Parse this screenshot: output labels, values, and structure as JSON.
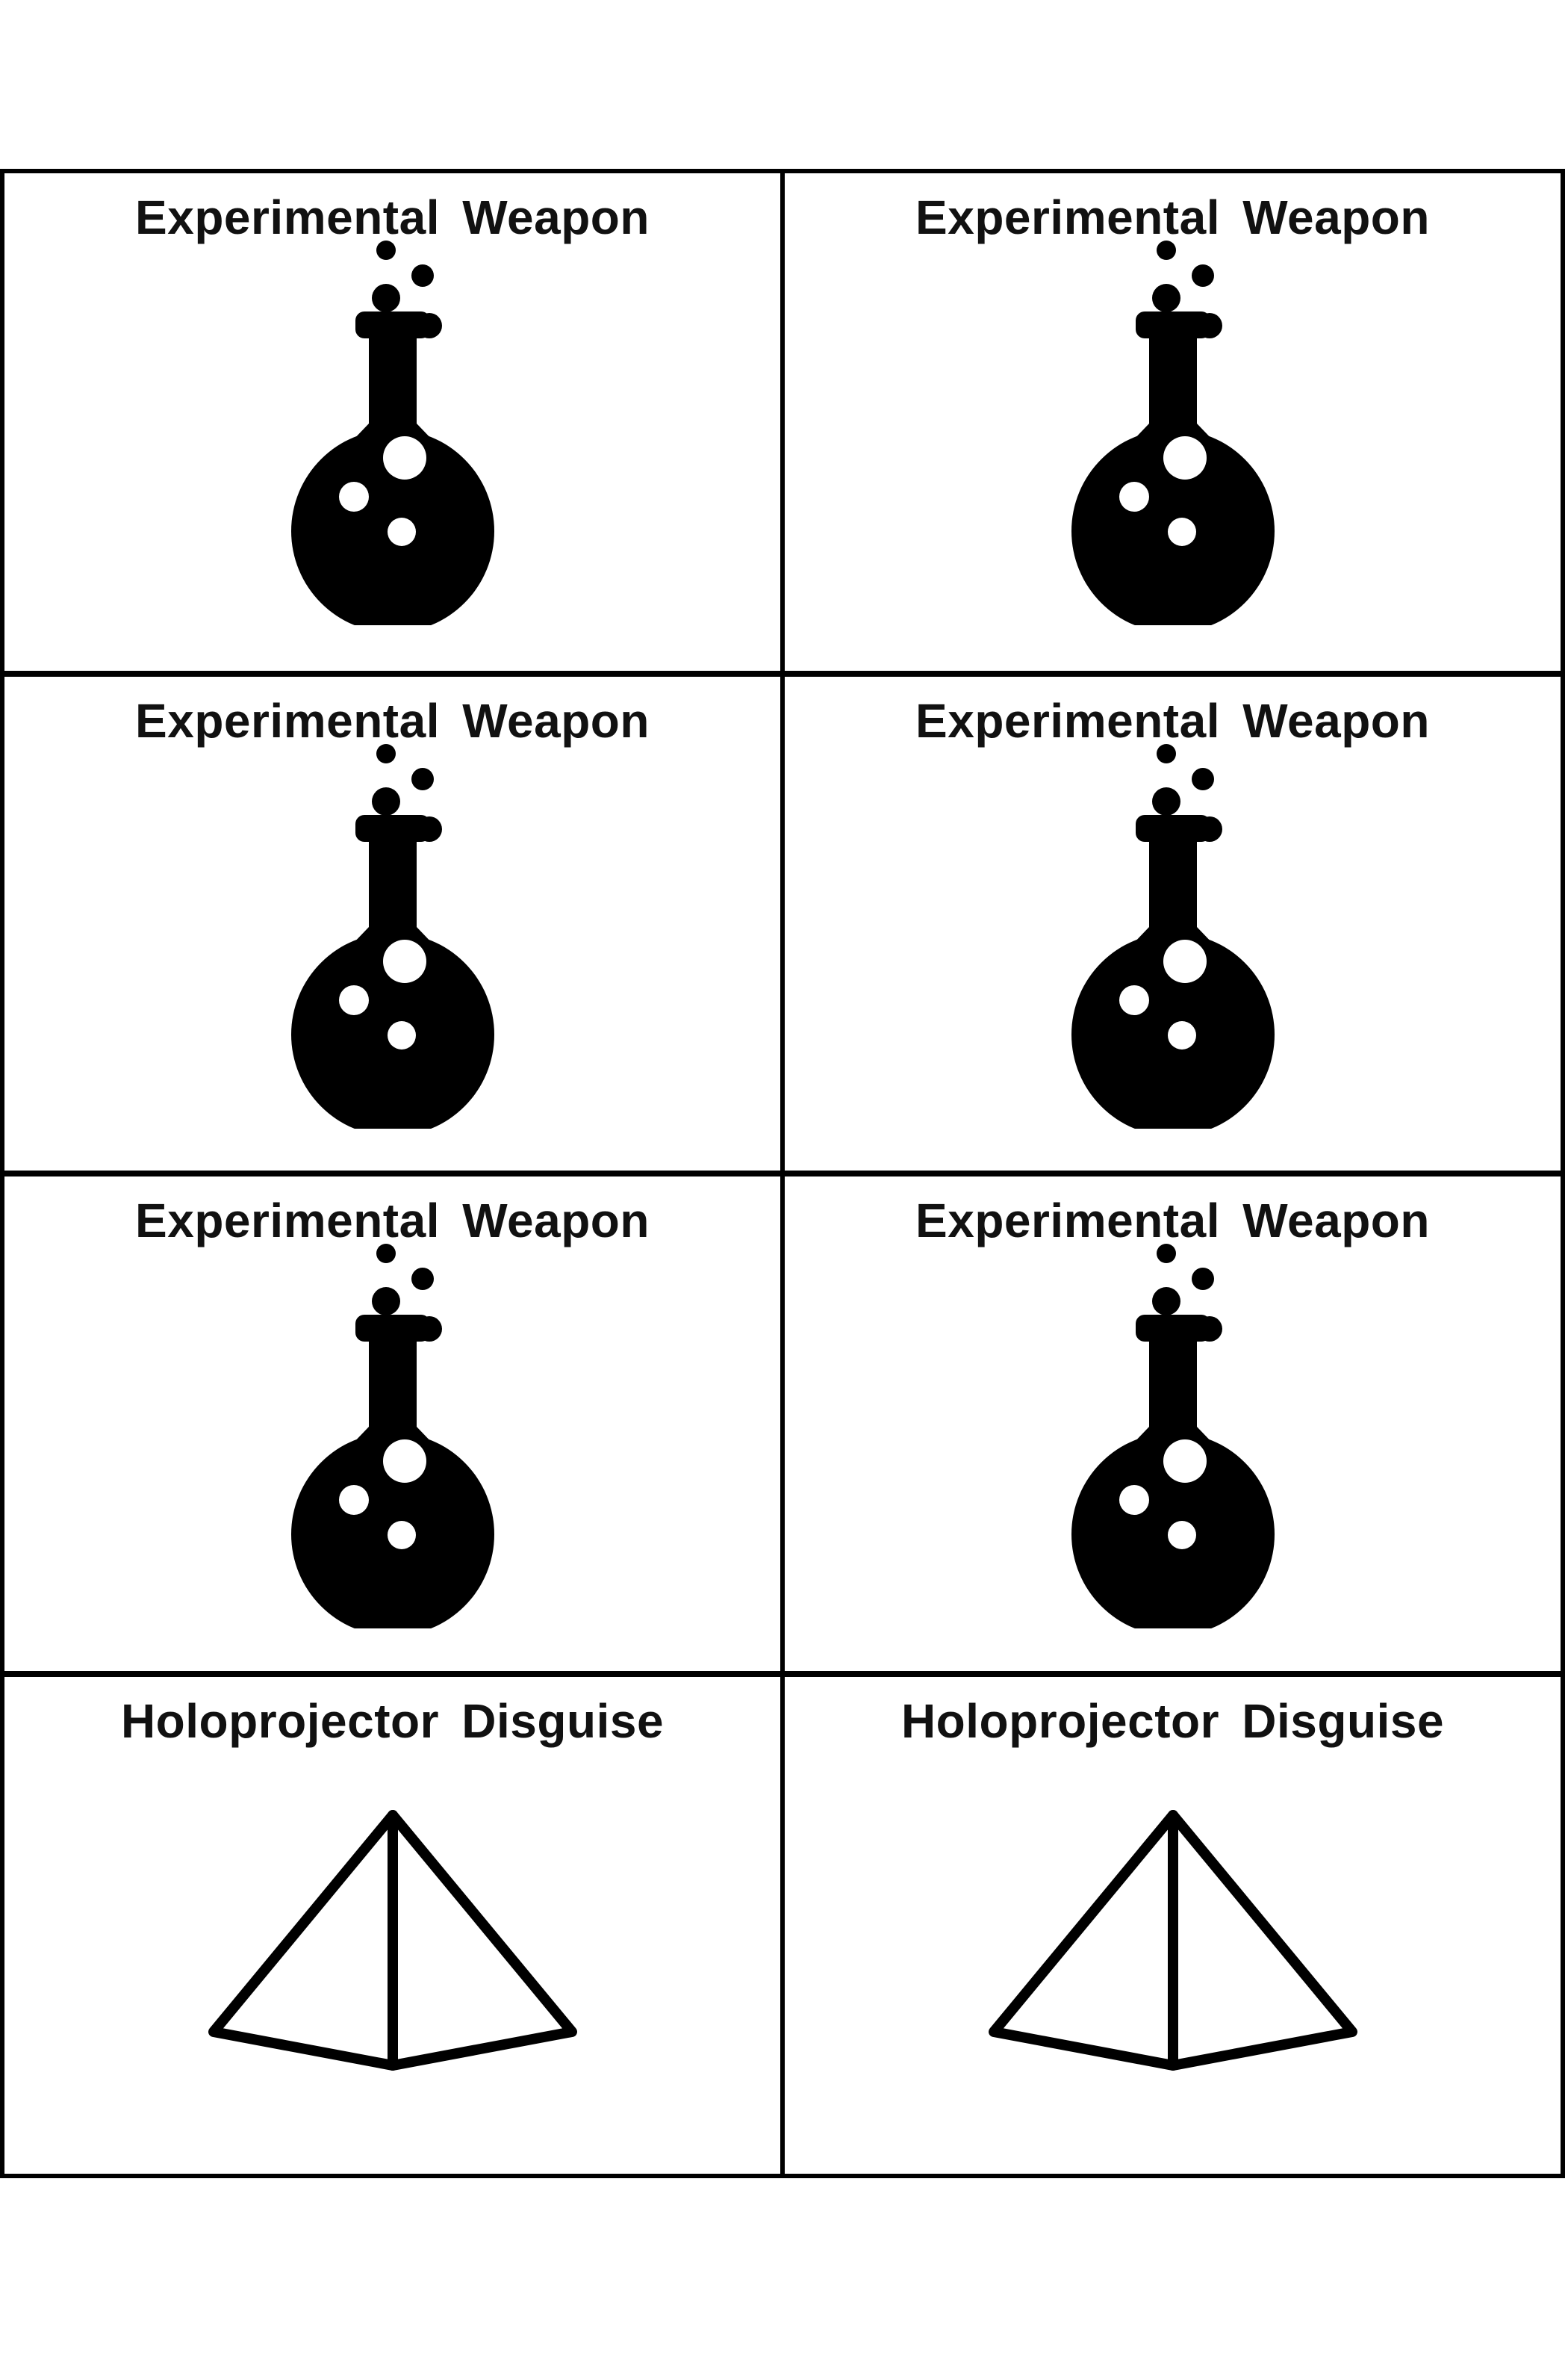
{
  "cards": [
    {
      "title": "Experimental  Weapon",
      "icon": "flask-icon"
    },
    {
      "title": "Experimental  Weapon",
      "icon": "flask-icon"
    },
    {
      "title": "Experimental  Weapon",
      "icon": "flask-icon"
    },
    {
      "title": "Experimental  Weapon",
      "icon": "flask-icon"
    },
    {
      "title": "Experimental  Weapon",
      "icon": "flask-icon"
    },
    {
      "title": "Experimental  Weapon",
      "icon": "flask-icon"
    },
    {
      "title": "Holoprojector  Disguise",
      "icon": "pyramid-icon"
    },
    {
      "title": "Holoprojector  Disguise",
      "icon": "pyramid-icon"
    }
  ],
  "colors": {
    "ink": "#000000",
    "paper": "#ffffff"
  }
}
